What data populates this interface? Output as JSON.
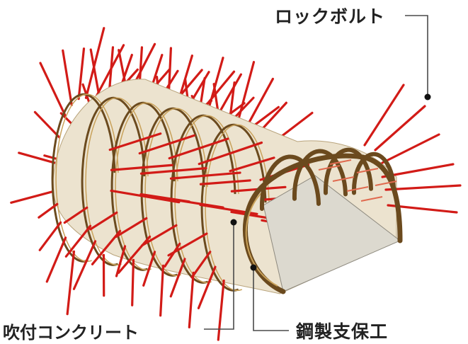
{
  "labels": {
    "rock_bolt": "ロックボルト",
    "shotcrete": "吹付コンクリート",
    "steel_support": "鋼製支保工"
  },
  "colors": {
    "rock_bolt": "#d21b17",
    "shotcrete_surface": "#ece3cf",
    "tunnel_floor": "#dcd9cf",
    "steel_support": "#6b4a1e",
    "leader_line": "#4a4a4a"
  },
  "icons": {
    "leader_dot": "filled-circle"
  }
}
